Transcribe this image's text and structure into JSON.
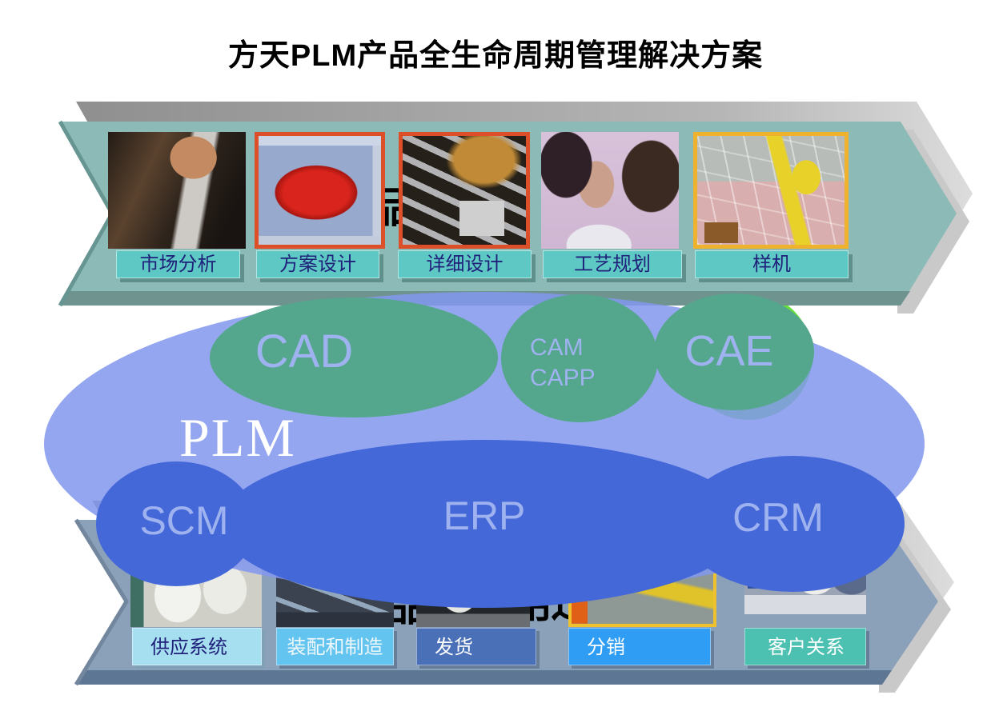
{
  "title": "方天PLM产品全生命周期管理解决方案",
  "top_arrow": {
    "stages": [
      {
        "label": "市场分析"
      },
      {
        "label": "方案设计"
      },
      {
        "label": "详细设计"
      },
      {
        "label": "工艺规划"
      },
      {
        "label": "样机"
      }
    ],
    "hidden_text_fragment": "品"
  },
  "bottom_arrow": {
    "stages": [
      {
        "label": "供应系统"
      },
      {
        "label": "装配和制造"
      },
      {
        "label": "发货"
      },
      {
        "label": "分销"
      },
      {
        "label": "客户关系"
      }
    ],
    "hidden_text_fragments": {
      "left": "品",
      "right": "用过"
    }
  },
  "plm": {
    "label": "PLM"
  },
  "modules": {
    "cad": "CAD",
    "cam": "CAM",
    "capp": "CAPP",
    "cae": "CAE",
    "scm": "SCM",
    "erp": "ERP",
    "crm": "CRM"
  },
  "colors": {
    "top_arrow_face": "#8cbab6",
    "top_arrow_band": "#6f948f",
    "bottom_arrow_face": "#8ba1ba",
    "bottom_arrow_band": "#5d7694",
    "stage_label_teal": "#5ec8c4",
    "stage_label_text": "#20217a",
    "plm_fill": "rgba(130,150,238,0.85)",
    "module_green": "#54a78c",
    "module_blue": "#4468d8",
    "lime_accent": "#68e03a",
    "module_text": "#9fb2f0",
    "plm_text": "#ffffff",
    "supply_label_bg": "#a5dff0",
    "assembly_label_bg": "#63c4ef",
    "shipping_label_bg": "#4a70b8",
    "distribution_label_bg": "#2e9df3",
    "customer_label_bg": "#4cc1b2"
  }
}
